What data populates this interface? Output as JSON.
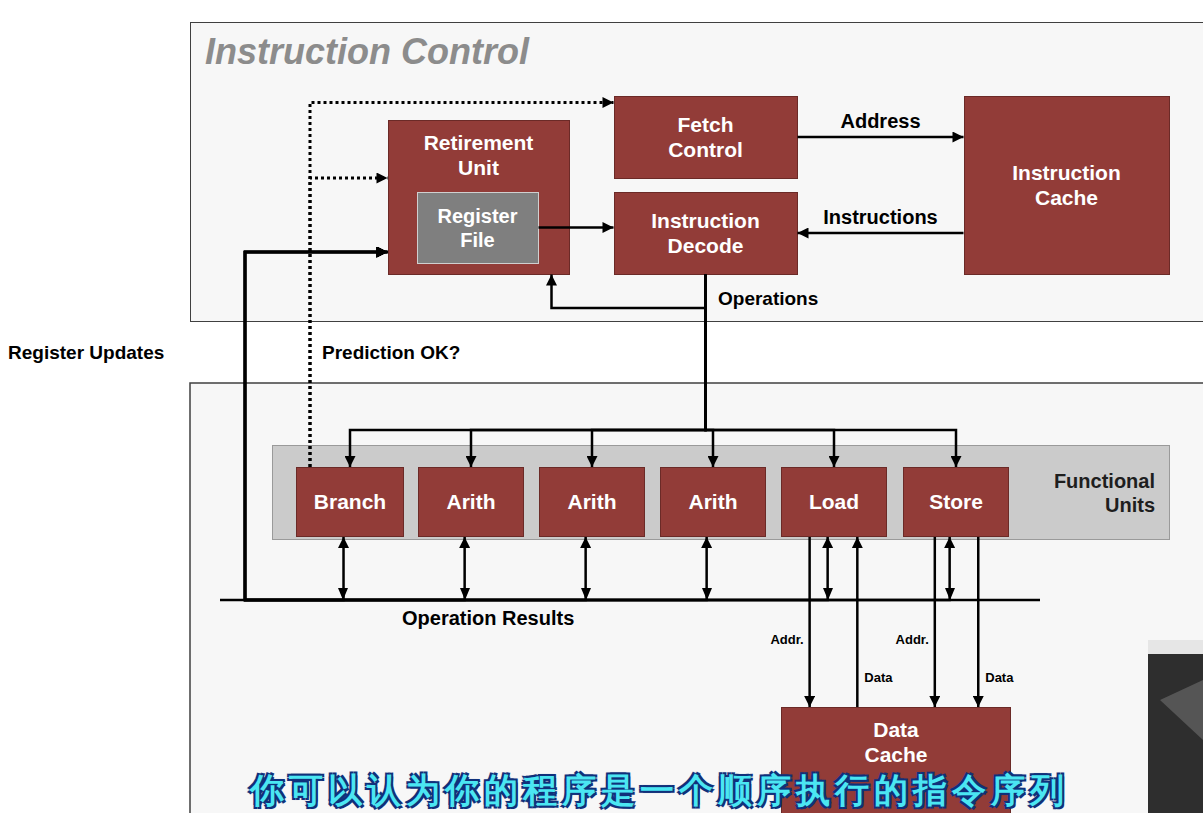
{
  "diagram": {
    "nodes": [
      {
        "text": [
          "Instruction Control"
        ]
      },
      {
        "text": [
          "Retirement Unit"
        ],
        "in": 0
      },
      {
        "text": [
          "Register File"
        ],
        "in": 1
      },
      {
        "text": [
          "Fetch Control"
        ],
        "in": 0
      },
      {
        "text": [
          "Instruction Decode"
        ],
        "in": 0
      },
      {
        "text": [
          "Instruction Cache"
        ],
        "in": 0
      },
      {
        "text": [
          "Functional Units"
        ]
      },
      {
        "text": [
          "Branch"
        ],
        "in": 6
      },
      {
        "text": [
          "Arith"
        ],
        "in": 6
      },
      {
        "text": [
          "Arith"
        ],
        "in": 6
      },
      {
        "text": [
          "Arith"
        ],
        "in": 6
      },
      {
        "text": [
          "Load"
        ],
        "in": 6
      },
      {
        "text": [
          "Store"
        ],
        "in": 6
      },
      {
        "text": [
          "Data Cache"
        ]
      }
    ],
    "edges": [
      {
        "from": 3,
        "to": 5,
        "label": "Address",
        "arrow": "to"
      },
      {
        "from": 5,
        "to": 4,
        "label": "Instructions",
        "arrow": "to"
      },
      {
        "from": 2,
        "to": 4,
        "arrow": "to"
      },
      {
        "from": 4,
        "to": 1,
        "arrow": "to"
      },
      {
        "from": 4,
        "to": 7,
        "arrow": "to"
      },
      {
        "from": 4,
        "to": 8,
        "arrow": "to"
      },
      {
        "from": 4,
        "to": 9,
        "arrow": "to"
      },
      {
        "from": 4,
        "to": 10,
        "arrow": "to"
      },
      {
        "from": 4,
        "to": 11,
        "arrow": "to"
      },
      {
        "from": 4,
        "to": 12,
        "arrow": "to"
      },
      {
        "from": 7,
        "to": 1,
        "arrow": "to"
      },
      {
        "from": 7,
        "to": 3,
        "arrow": "to"
      },
      {
        "from": 7,
        "to": 1,
        "arrow": "both"
      },
      {
        "from": 8,
        "to": 1,
        "arrow": "both"
      },
      {
        "from": 9,
        "to": 1,
        "arrow": "both"
      },
      {
        "from": 10,
        "to": 1,
        "arrow": "both"
      },
      {
        "from": 11,
        "to": 1,
        "arrow": "both"
      },
      {
        "from": 12,
        "to": 1,
        "arrow": "both"
      },
      {
        "from": 11,
        "to": 13,
        "label": "Addr.",
        "arrow": "to"
      },
      {
        "from": 13,
        "to": 11,
        "label": "Data",
        "arrow": "to"
      },
      {
        "from": 12,
        "to": 13,
        "label": "Addr.",
        "arrow": "to"
      },
      {
        "from": 12,
        "to": 13,
        "label": "Data",
        "arrow": "to"
      }
    ],
    "labels": [
      "Operations",
      "Register Updates",
      "Prediction OK?",
      "Operation Results",
      "你可以认为你的程序是一个顺序执行的指令序列"
    ]
  }
}
